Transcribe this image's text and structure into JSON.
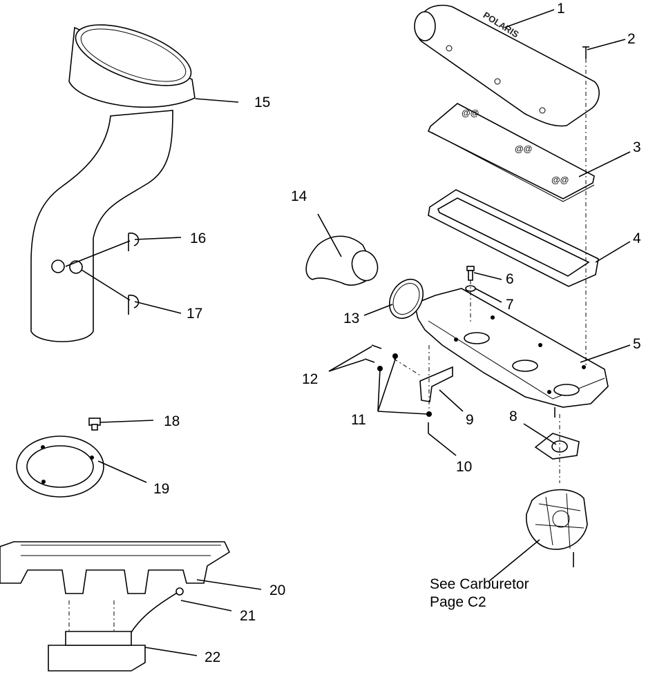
{
  "labels": {
    "p1": "1",
    "p2": "2",
    "p3": "3",
    "p4": "4",
    "p5": "5",
    "p6": "6",
    "p7": "7",
    "p8": "8",
    "p9": "9",
    "p10": "10",
    "p11": "11",
    "p12": "12",
    "p13": "13",
    "p14": "14",
    "p15": "15",
    "p16": "16",
    "p17": "17",
    "p18": "18",
    "p19": "19",
    "p20": "20",
    "p21": "21",
    "p22": "22"
  },
  "note": {
    "line1": "See Carburetor",
    "line2": "Page C2"
  },
  "logo_text": "POLARIS"
}
